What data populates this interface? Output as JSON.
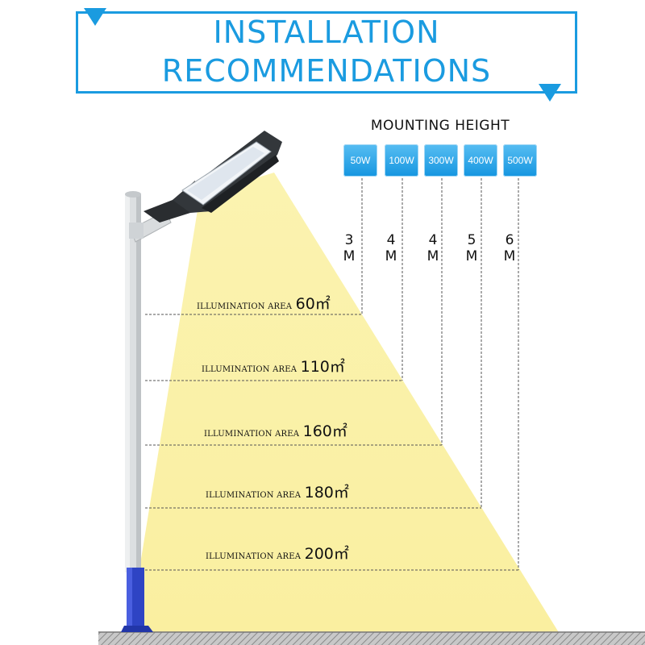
{
  "title": {
    "line1": "INSTALLATION",
    "line2": "RECOMMENDATIONS"
  },
  "mounting_height_title": "MOUNTING HEIGHT",
  "levels": [
    {
      "watt": "50W",
      "height_num": "3",
      "height_unit": "M",
      "area_label": "ILLUMINATION AREA",
      "area_value": "60㎡"
    },
    {
      "watt": "100W",
      "height_num": "4",
      "height_unit": "M",
      "area_label": "ILLUMINATION AREA",
      "area_value": "110㎡"
    },
    {
      "watt": "300W",
      "height_num": "4",
      "height_unit": "M",
      "area_label": "ILLUMINATION AREA",
      "area_value": "160㎡"
    },
    {
      "watt": "400W",
      "height_num": "5",
      "height_unit": "M",
      "area_label": "ILLUMINATION AREA",
      "area_value": "180㎡"
    },
    {
      "watt": "500W",
      "height_num": "6",
      "height_unit": "M",
      "area_label": "ILLUMINATION AREA",
      "area_value": "200㎡"
    }
  ],
  "colors": {
    "accent": "#1a9be0",
    "light_beam": "#fdf6b6",
    "pole": "#d9dcde",
    "pole_base": "#2f46c6",
    "ground": "#8f8f8f"
  }
}
